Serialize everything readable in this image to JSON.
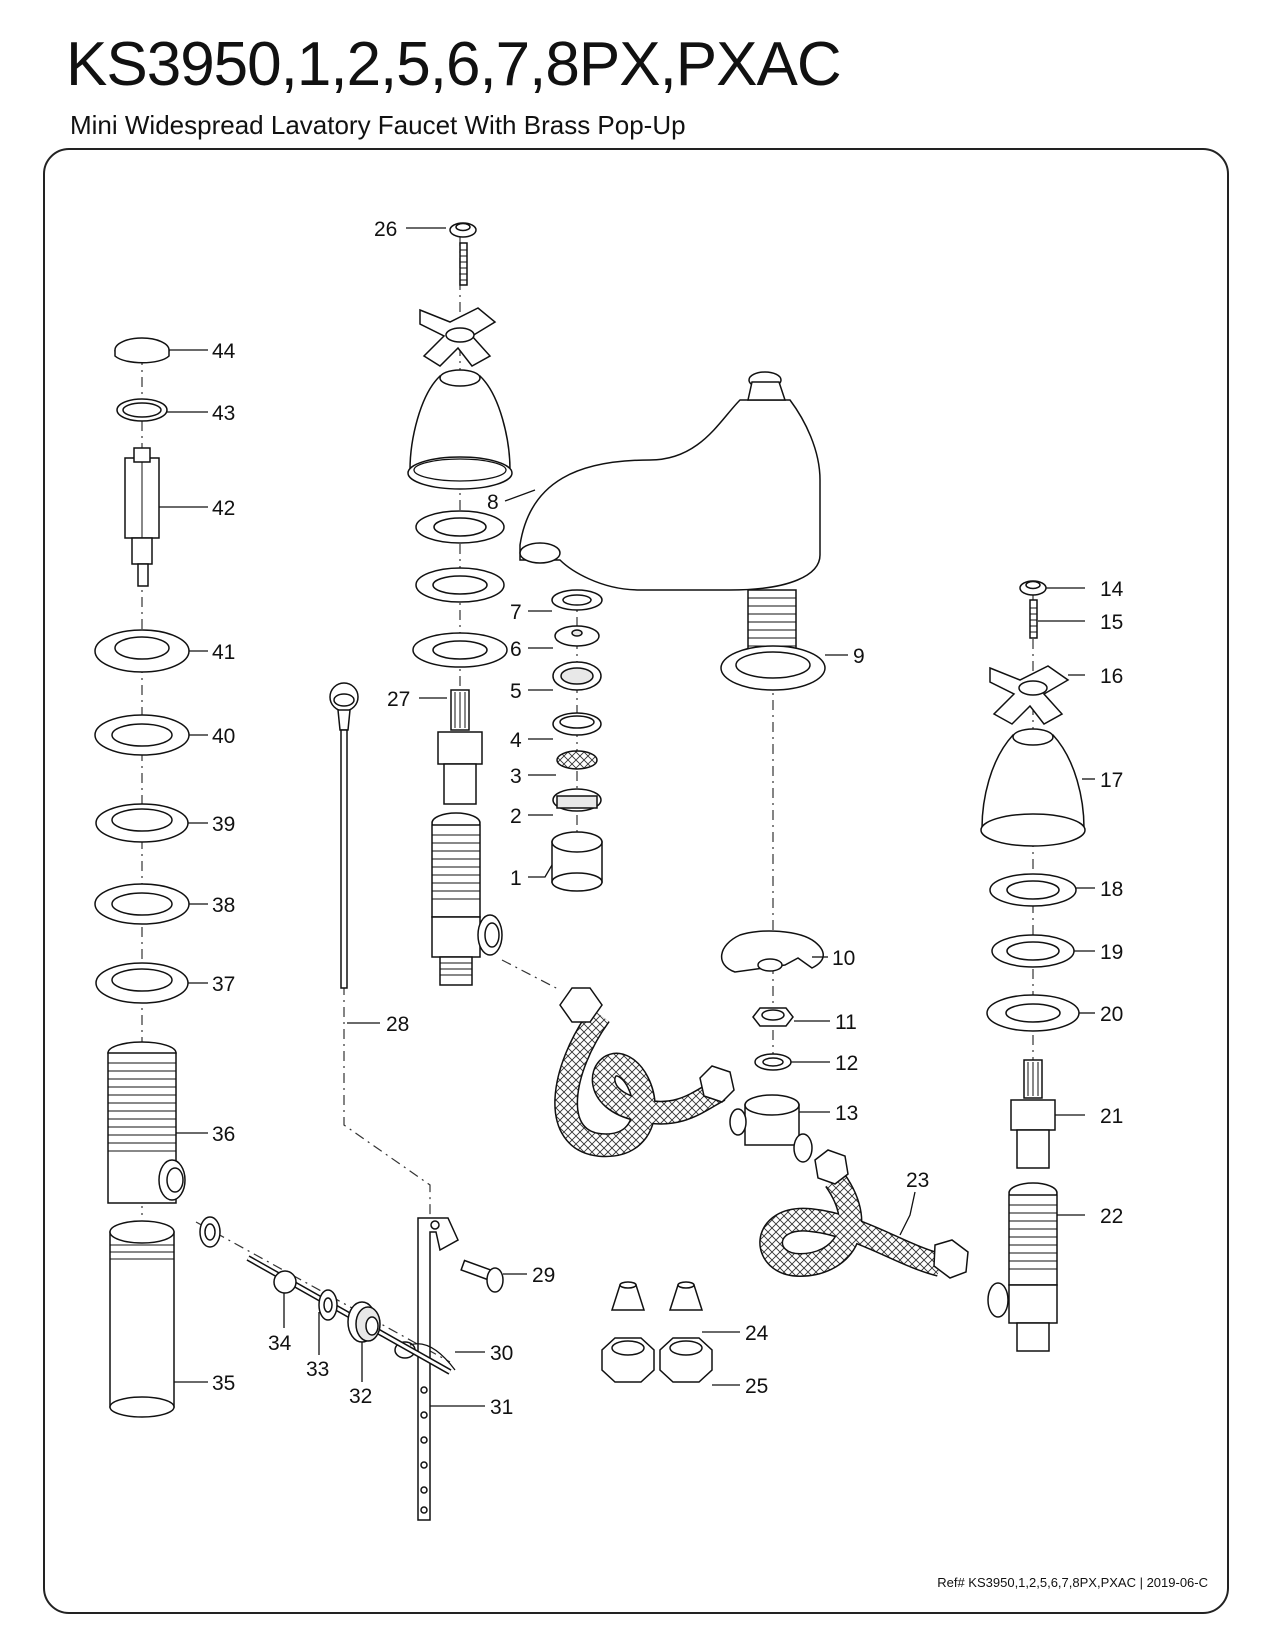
{
  "header": {
    "title": "KS3950,1,2,5,6,7,8PX,PXAC",
    "subtitle": "Mini Widespread Lavatory Faucet With Brass Pop-Up"
  },
  "footer": {
    "reference": "Ref# KS3950,1,2,5,6,7,8PX,PXAC | 2019-06-C"
  },
  "callouts": [
    "1",
    "2",
    "3",
    "4",
    "5",
    "6",
    "7",
    "8",
    "9",
    "10",
    "11",
    "12",
    "13",
    "14",
    "15",
    "16",
    "17",
    "18",
    "19",
    "20",
    "21",
    "22",
    "23",
    "24",
    "25",
    "26",
    "27",
    "28",
    "29",
    "30",
    "31",
    "32",
    "33",
    "34",
    "35",
    "36",
    "37",
    "38",
    "39",
    "40",
    "41",
    "42",
    "43",
    "44"
  ]
}
